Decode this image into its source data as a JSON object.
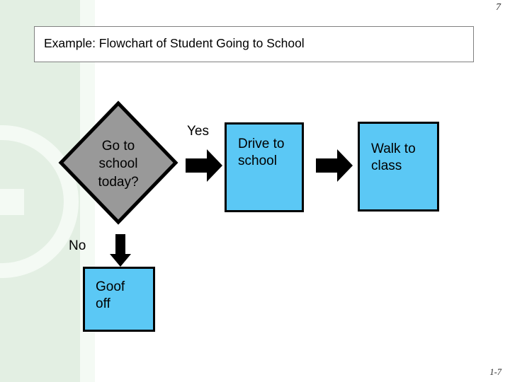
{
  "slide": {
    "page_number": "7",
    "footer": "1-7",
    "background_color": "#ffffff",
    "accent_band_color": "#e3efe3",
    "accent_ring_color": "#f4faf4"
  },
  "title": {
    "text": "Example: Flowchart of Student Going to School",
    "border_color": "#808080",
    "fill_color": "#ffffff"
  },
  "flowchart": {
    "decision": {
      "shape": "diamond",
      "fill_color": "#999999",
      "border_color": "#000000",
      "lines": [
        "Go to",
        "school",
        "today?"
      ]
    },
    "branches": [
      {
        "label": "Yes",
        "direction": "right"
      },
      {
        "label": "No",
        "direction": "down"
      }
    ],
    "processes": [
      {
        "id": "drive",
        "lines": [
          "Drive to",
          "school"
        ],
        "fill_color": "#5bc8f5",
        "border_color": "#000000"
      },
      {
        "id": "walk",
        "lines": [
          "Walk to",
          "class"
        ],
        "fill_color": "#5bc8f5",
        "border_color": "#000000"
      },
      {
        "id": "goof",
        "lines": [
          "Goof",
          "off"
        ],
        "fill_color": "#5bc8f5",
        "border_color": "#000000"
      }
    ],
    "arrows": [
      {
        "id": "decision-to-drive",
        "direction": "right",
        "color": "#000000"
      },
      {
        "id": "drive-to-walk",
        "direction": "right",
        "color": "#000000"
      },
      {
        "id": "decision-to-goof",
        "direction": "down",
        "color": "#000000"
      }
    ]
  }
}
